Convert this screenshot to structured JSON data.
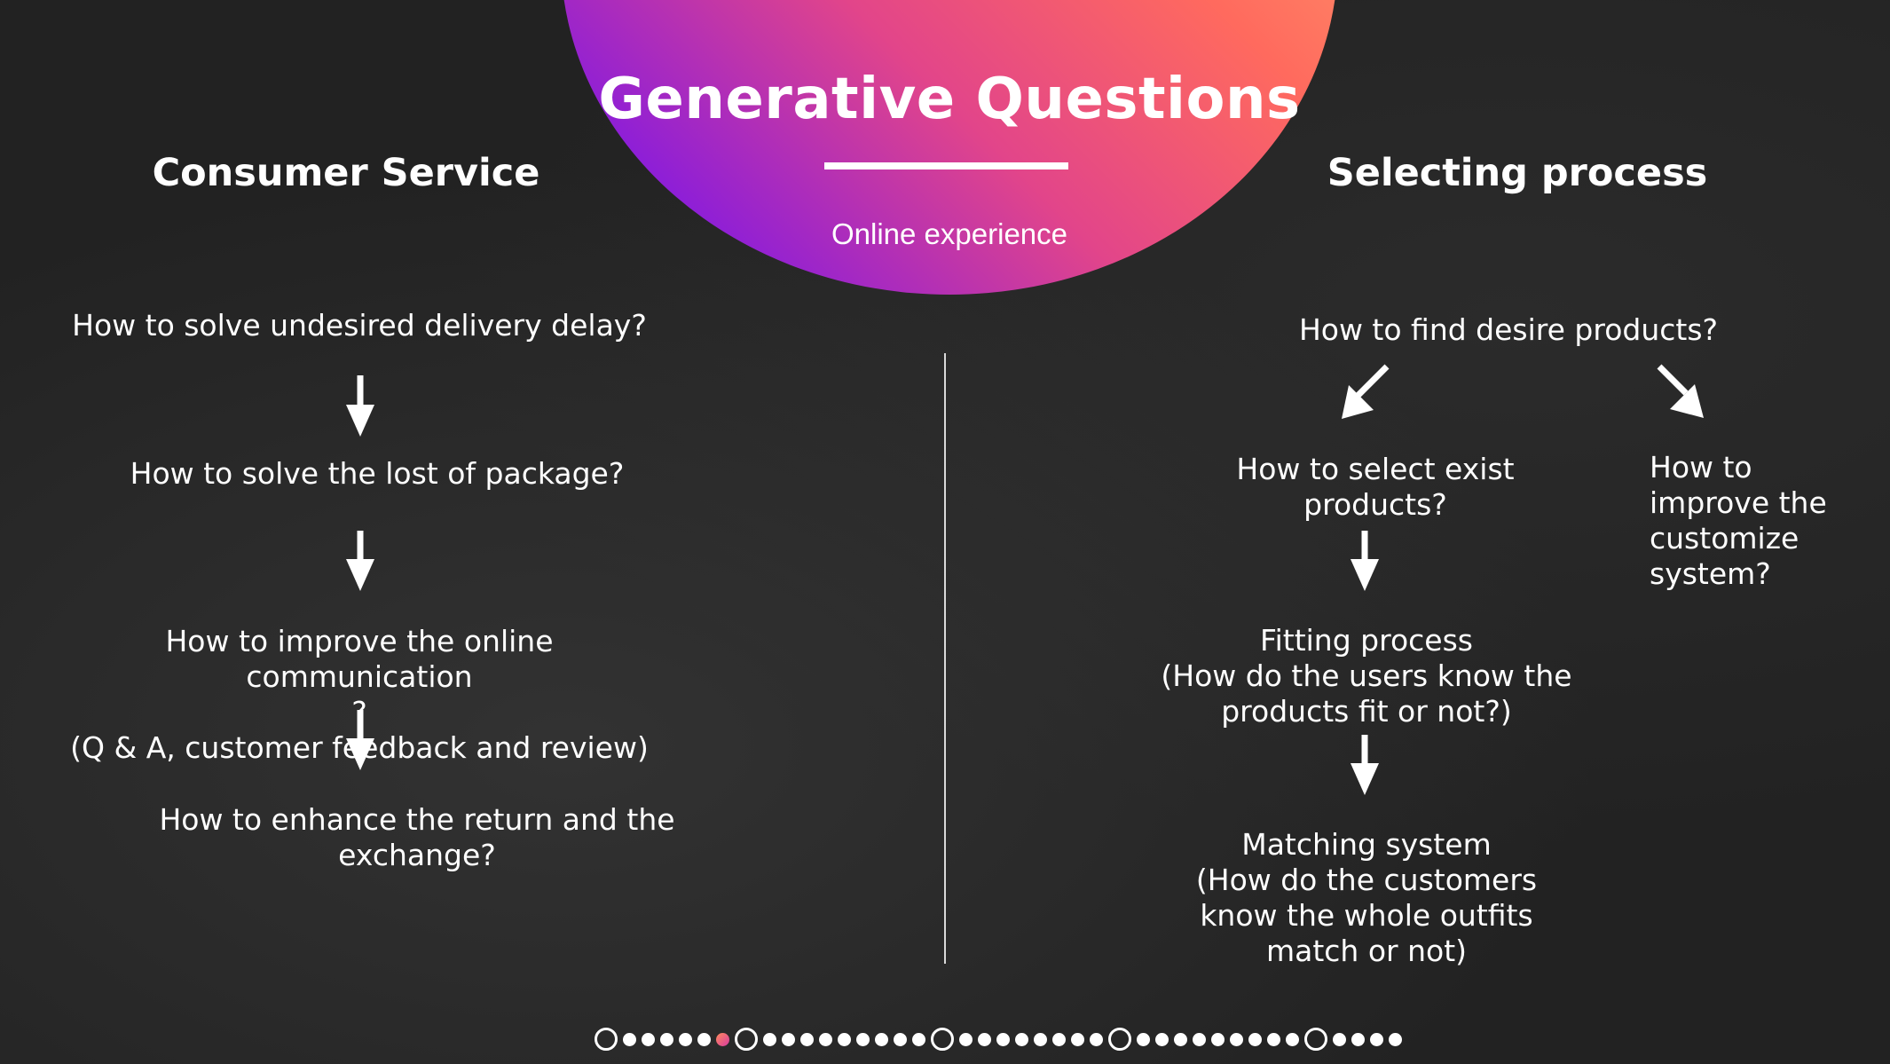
{
  "slide": {
    "title": "Generative Questions",
    "subtitle": "Online experience",
    "left_heading": "Consumer Service",
    "right_heading": "Selecting process",
    "left_questions": [
      "How to solve undesired delivery delay?",
      "How to solve the lost of package?",
      "How to improve the online communication\n?\n(Q & A, customer feedback and review)",
      "How to enhance the return and the exchange?"
    ],
    "right_questions": {
      "root": "How to find desire products?",
      "select": "How to  select exist\nproducts?",
      "customize": "How to\nimprove the\ncustomize\nsystem?",
      "fitting": "Fitting process\n(How do the users know the\nproducts fit or not?)",
      "matching": "Matching system\n(How do the customers\nknow the whole outfits\nmatch or not)"
    }
  },
  "colors": {
    "background": "#222222",
    "text": "#ffffff",
    "gradient_start": "#ffb170",
    "gradient_mid": "#ff6a5e",
    "gradient_end": "#7412d8"
  },
  "pager": {
    "dots": [
      "ring",
      "dot",
      "dot",
      "dot",
      "dot",
      "dot",
      "active",
      "ring",
      "dot",
      "dot",
      "dot",
      "dot",
      "dot",
      "dot",
      "dot",
      "dot",
      "dot",
      "ring",
      "dot",
      "dot",
      "dot",
      "dot",
      "dot",
      "dot",
      "dot",
      "dot",
      "ring",
      "dot",
      "dot",
      "dot",
      "dot",
      "dot",
      "dot",
      "dot",
      "dot",
      "dot",
      "ring",
      "dot",
      "dot",
      "dot",
      "dot"
    ]
  }
}
